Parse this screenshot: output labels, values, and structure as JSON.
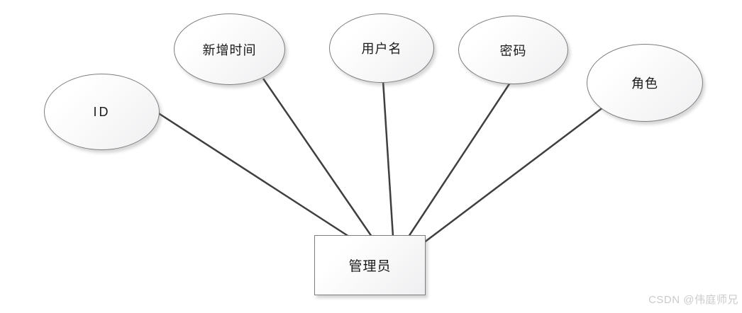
{
  "diagram": {
    "type": "er-diagram",
    "entity": {
      "label": "管理员"
    },
    "attributes": [
      {
        "key": "id",
        "label": "ID"
      },
      {
        "key": "add-time",
        "label": "新增时间"
      },
      {
        "key": "username",
        "label": "用户名"
      },
      {
        "key": "password",
        "label": "密码"
      },
      {
        "key": "role",
        "label": "角色"
      }
    ],
    "edges": [
      {
        "from": "ID",
        "to": "管理员"
      },
      {
        "from": "新增时间",
        "to": "管理员"
      },
      {
        "from": "用户名",
        "to": "管理员"
      },
      {
        "from": "密码",
        "to": "管理员"
      },
      {
        "from": "角色",
        "to": "管理员"
      }
    ],
    "colors": {
      "line": "#3f3f3f",
      "shape_border": "#7d7d7d",
      "shape_fill_top": "#ffffff",
      "shape_fill_bottom": "#efeff1",
      "text": "#1a1a1a",
      "background": "#ffffff",
      "watermark_text": "#cbcbcb"
    }
  },
  "watermark": {
    "text": "CSDN @伟庭师兄"
  }
}
